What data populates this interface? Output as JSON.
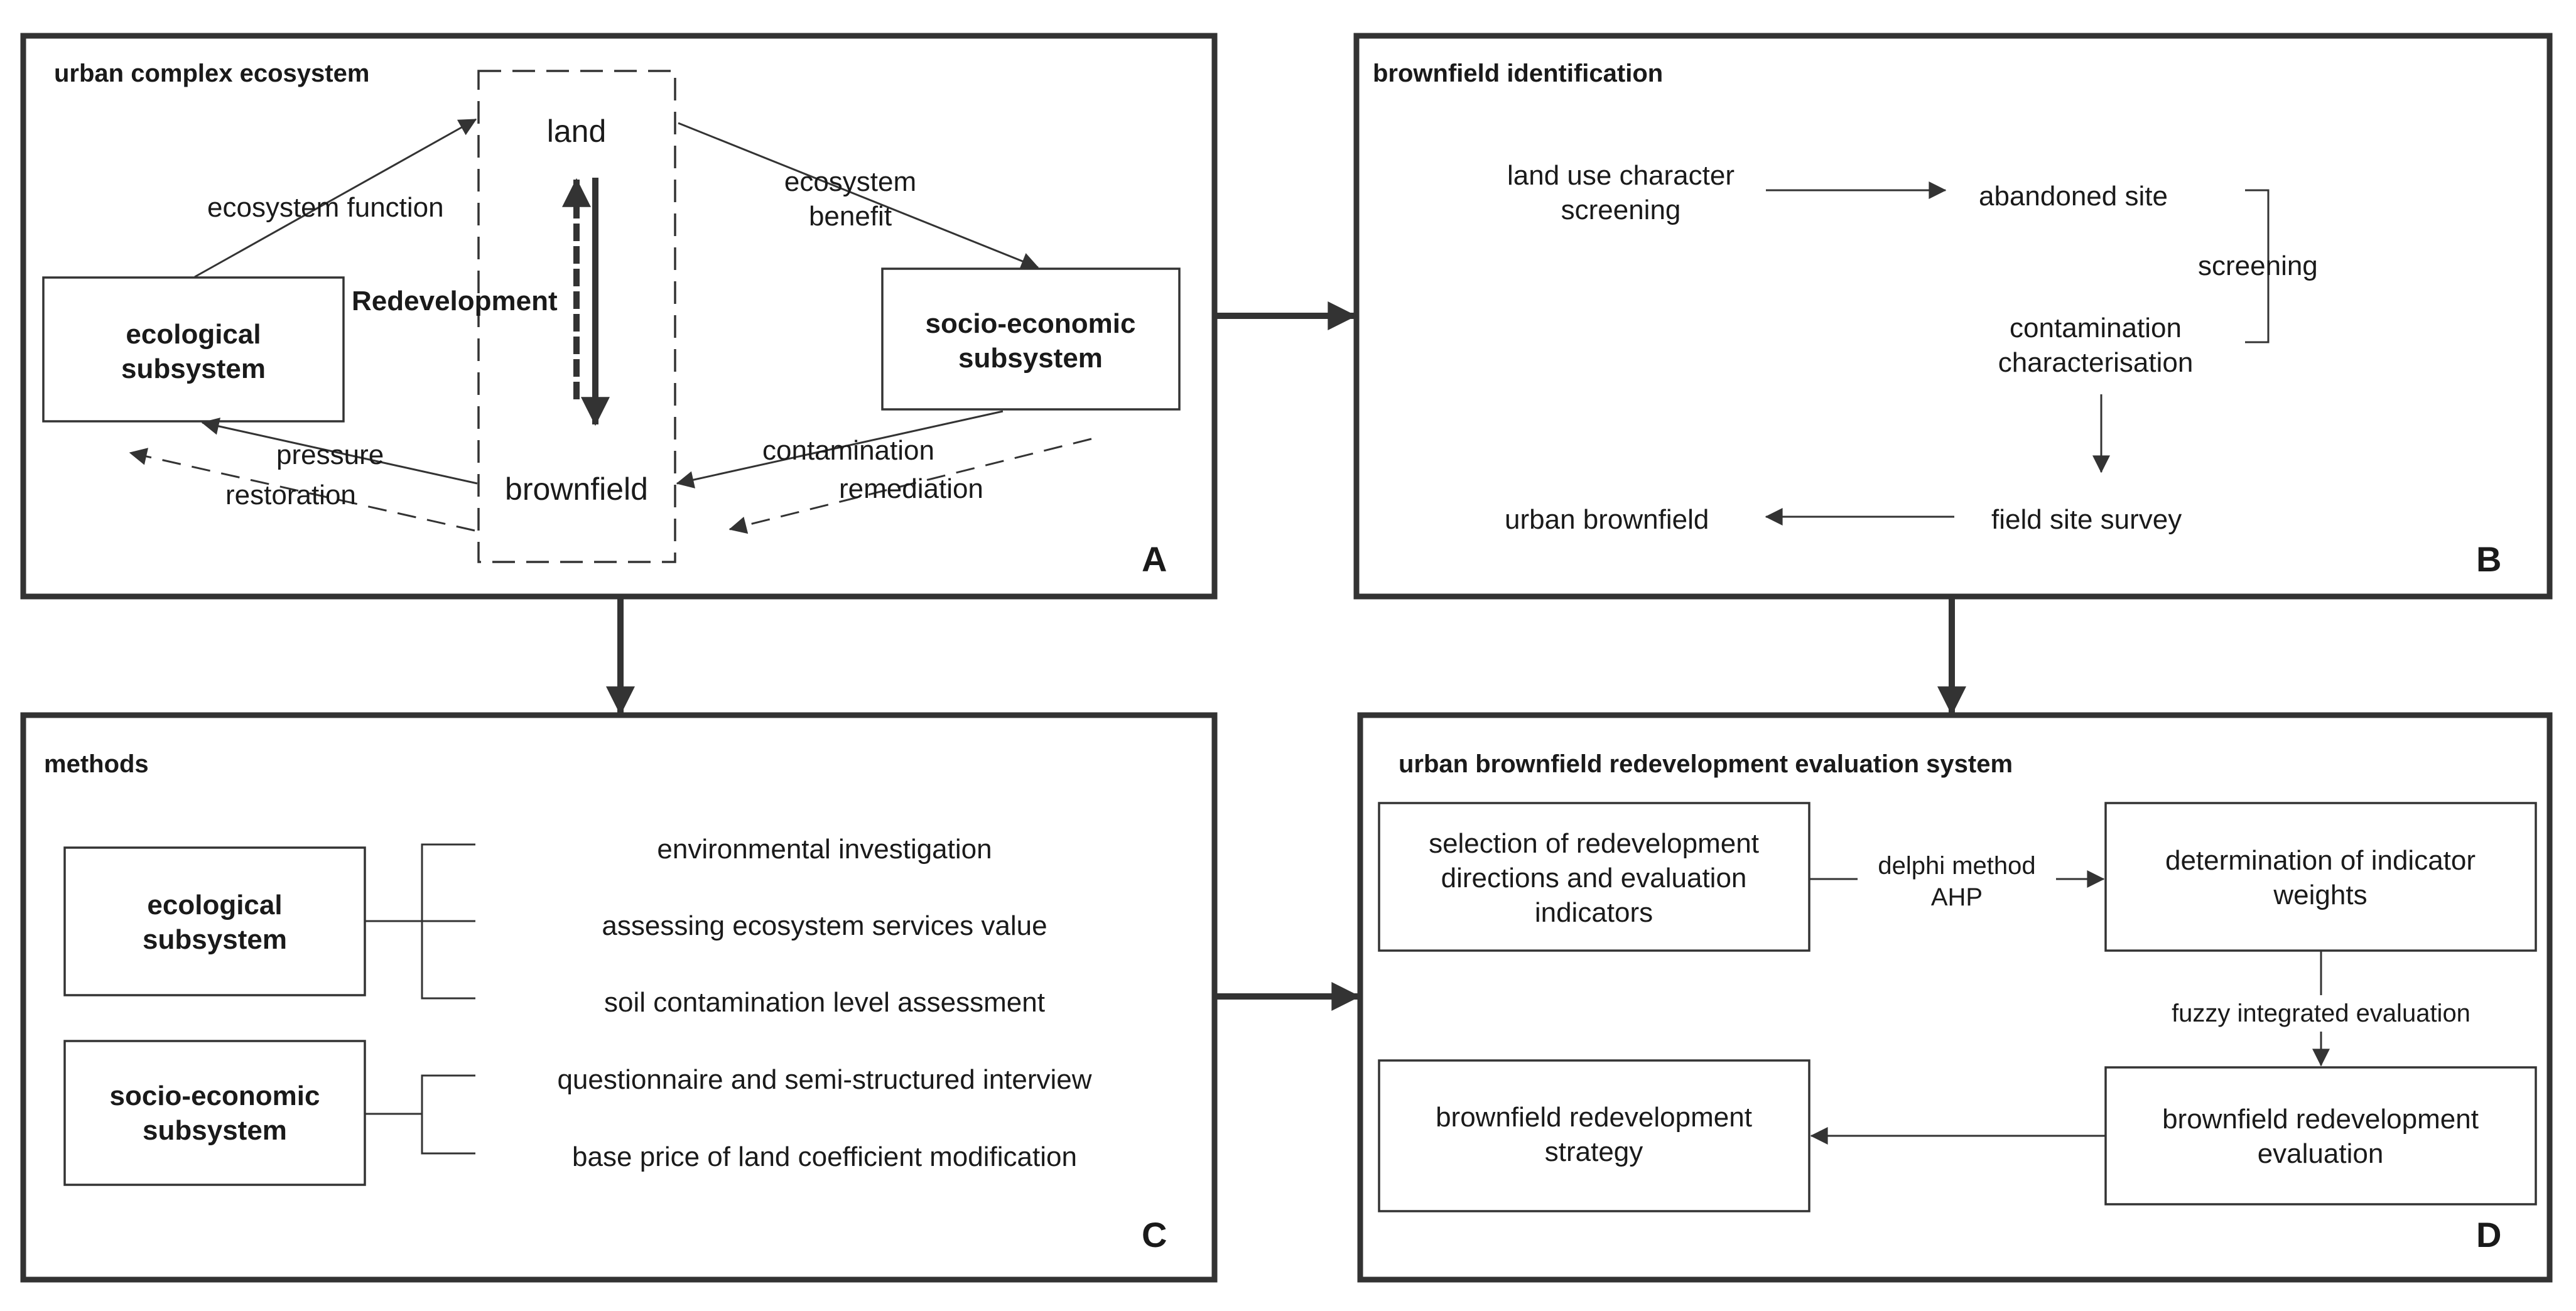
{
  "colors": {
    "stroke": "#333333",
    "text": "#1a1a1a",
    "background": "#ffffff"
  },
  "panel_a": {
    "title": "urban complex ecosystem",
    "letter": "A",
    "land": "land",
    "brownfield": "brownfield",
    "redevelopment": "Redevelopment",
    "ecological_subsystem": [
      "ecological",
      "subsystem"
    ],
    "socio_economic_subsystem": [
      "socio-economic",
      "subsystem"
    ],
    "ecosystem_function": "ecosystem function",
    "ecosystem_benefit": [
      "ecosystem",
      "benefit"
    ],
    "pressure": "pressure",
    "restoration": "restoration",
    "contamination": "contamination",
    "remediation": "remediation"
  },
  "panel_b": {
    "title": "brownfield identification",
    "letter": "B",
    "land_use_screening": [
      "land use character",
      "screening"
    ],
    "abandoned_site": "abandoned site",
    "screening": "screening",
    "contamination_characterisation": [
      "contamination",
      "characterisation"
    ],
    "field_site_survey": "field site survey",
    "urban_brownfield": "urban brownfield"
  },
  "panel_c": {
    "title": "methods",
    "letter": "C",
    "ecological_subsystem": [
      "ecological",
      "subsystem"
    ],
    "socio_economic_subsystem": [
      "socio-economic",
      "subsystem"
    ],
    "methods": [
      "environmental investigation",
      "assessing ecosystem services value",
      "soil contamination level assessment",
      "questionnaire and semi-structured interview",
      "base price of land coefficient modification"
    ]
  },
  "panel_d": {
    "title": "urban brownfield redevelopment evaluation system",
    "letter": "D",
    "selection": [
      "selection of redevelopment",
      "directions and evaluation",
      "indicators"
    ],
    "delphi": [
      "delphi method",
      "AHP"
    ],
    "determination": [
      "determination of indicator",
      "weights"
    ],
    "fuzzy": "fuzzy integrated evaluation",
    "evaluation": [
      "brownfield redevelopment",
      "evaluation"
    ],
    "strategy": [
      "brownfield redevelopment",
      "strategy"
    ]
  }
}
